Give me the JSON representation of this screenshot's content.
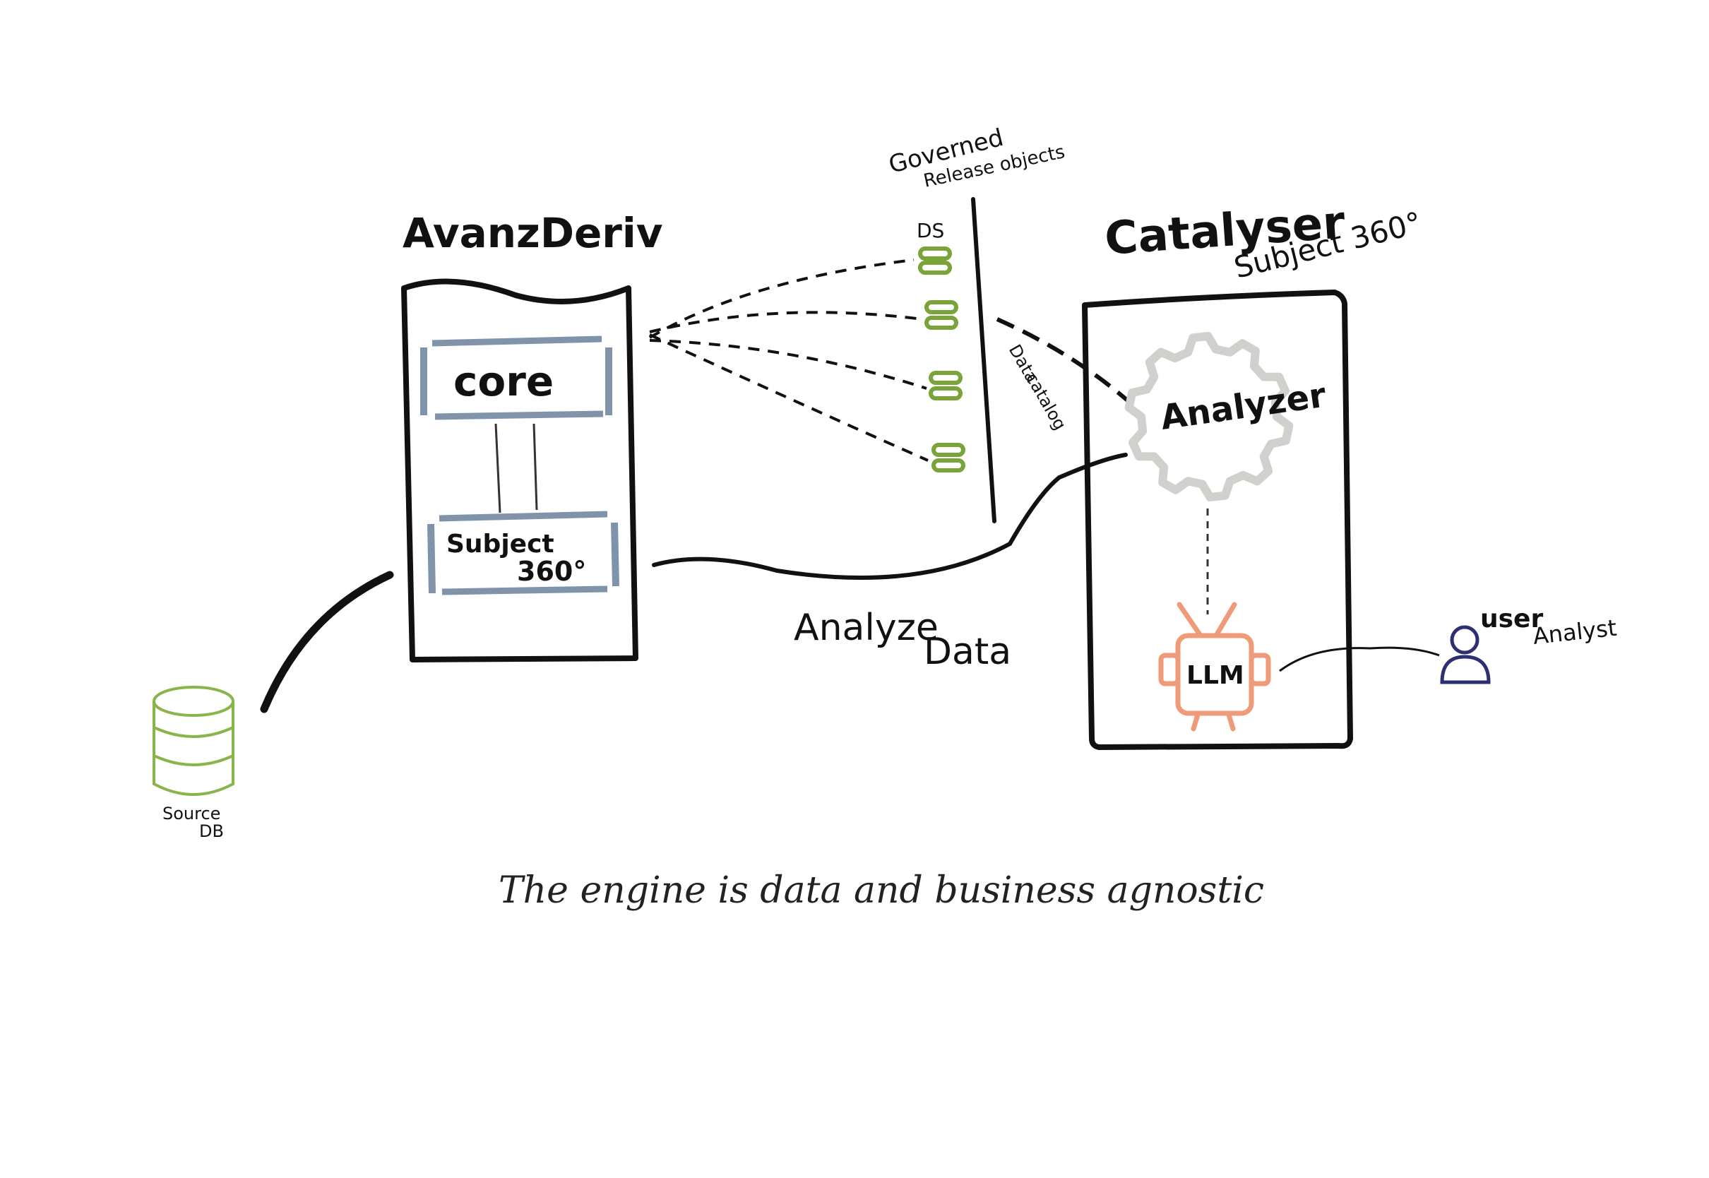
{
  "colors": {
    "ink": "#111111",
    "panel_bar": "#7f93aa",
    "ds_green": "#7aa33a",
    "db_green": "#8ab54a",
    "gear_gray": "#d0d0cc",
    "llm_orange": "#ef9a78",
    "user_navy": "#2d2f73"
  },
  "avanz": {
    "title": "AvanzDeriv",
    "core_label": "core",
    "subject_label_1": "Subject",
    "subject_label_2": "360°"
  },
  "governed": {
    "label_1": "Governed",
    "label_2": "Release objects",
    "ds_label": "DS",
    "data_catalog_1": "Data",
    "data_catalog_2": "catalog"
  },
  "catalyser": {
    "title": "Catalyser",
    "subtitle": "Subject 360°",
    "analyzer_label": "Analyzer",
    "llm_label": "LLM"
  },
  "analyze_data": {
    "line_1": "Analyze",
    "line_2": "Data"
  },
  "source_db": {
    "line_1": "Source",
    "line_2": "DB",
    "icon": "database-icon"
  },
  "user": {
    "line_1": "user",
    "line_2": "Analyst",
    "icon": "user-icon"
  },
  "footer": {
    "caption": "The engine is data and business agnostic"
  }
}
